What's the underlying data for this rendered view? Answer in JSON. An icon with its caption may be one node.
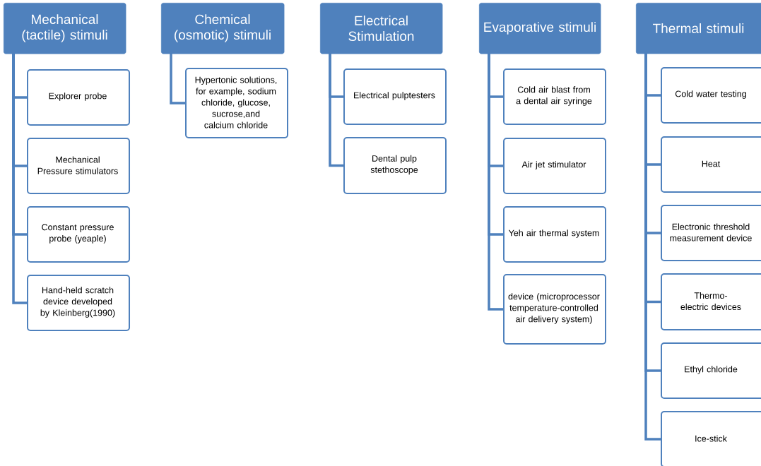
{
  "diagram": {
    "nodes": [
      {
        "text": [
          "Mechanical (tactile) stimuli"
        ]
      },
      {
        "text": [
          "Explorer probe"
        ]
      },
      {
        "text": [
          "Mechanical Pressure stimulators"
        ]
      },
      {
        "text": [
          "Constant pressure probe (yeaple)"
        ]
      },
      {
        "text": [
          "Hand-held scratch device developed by Kleinberg(1990)"
        ]
      },
      {
        "text": [
          "Chemical (osmotic) stimuli"
        ]
      },
      {
        "text": [
          "Hypertonic solutions, for example, sodium chloride, glucose, sucrose,and calcium chloride"
        ]
      },
      {
        "text": [
          "Electrical Stimulation"
        ]
      },
      {
        "text": [
          "Electrical pulptesters"
        ]
      },
      {
        "text": [
          "Dental pulp stethoscope"
        ]
      },
      {
        "text": [
          "Evaporative stimuli"
        ]
      },
      {
        "text": [
          "Cold air blast from a dental air syringe"
        ]
      },
      {
        "text": [
          "Air jet stimulator"
        ]
      },
      {
        "text": [
          "Yeh air thermal system"
        ]
      },
      {
        "text": [
          "device (microprocessor temperature-controlled air delivery system)"
        ]
      },
      {
        "text": [
          "Thermal stimuli"
        ]
      },
      {
        "text": [
          "Cold water testing"
        ]
      },
      {
        "text": [
          "Heat"
        ]
      },
      {
        "text": [
          "Electronic threshold measurement device"
        ]
      },
      {
        "text": [
          "Thermo-electric devices"
        ]
      },
      {
        "text": [
          "Ethyl chloride"
        ]
      },
      {
        "text": [
          "Ice-stick"
        ]
      }
    ],
    "edges": [
      {
        "from": 0,
        "to": 1,
        "arrow": "none"
      },
      {
        "from": 0,
        "to": 2,
        "arrow": "none"
      },
      {
        "from": 0,
        "to": 3,
        "arrow": "none"
      },
      {
        "from": 0,
        "to": 4,
        "arrow": "none"
      },
      {
        "from": 5,
        "to": 6,
        "arrow": "none"
      },
      {
        "from": 7,
        "to": 8,
        "arrow": "none"
      },
      {
        "from": 7,
        "to": 9,
        "arrow": "none"
      },
      {
        "from": 10,
        "to": 11,
        "arrow": "none"
      },
      {
        "from": 10,
        "to": 12,
        "arrow": "none"
      },
      {
        "from": 10,
        "to": 13,
        "arrow": "none"
      },
      {
        "from": 10,
        "to": 14,
        "arrow": "none"
      },
      {
        "from": 15,
        "to": 16,
        "arrow": "none"
      },
      {
        "from": 15,
        "to": 17,
        "arrow": "none"
      },
      {
        "from": 15,
        "to": 18,
        "arrow": "none"
      },
      {
        "from": 15,
        "to": 19,
        "arrow": "none"
      },
      {
        "from": 15,
        "to": 20,
        "arrow": "none"
      },
      {
        "from": 15,
        "to": 21,
        "arrow": "none"
      }
    ]
  }
}
